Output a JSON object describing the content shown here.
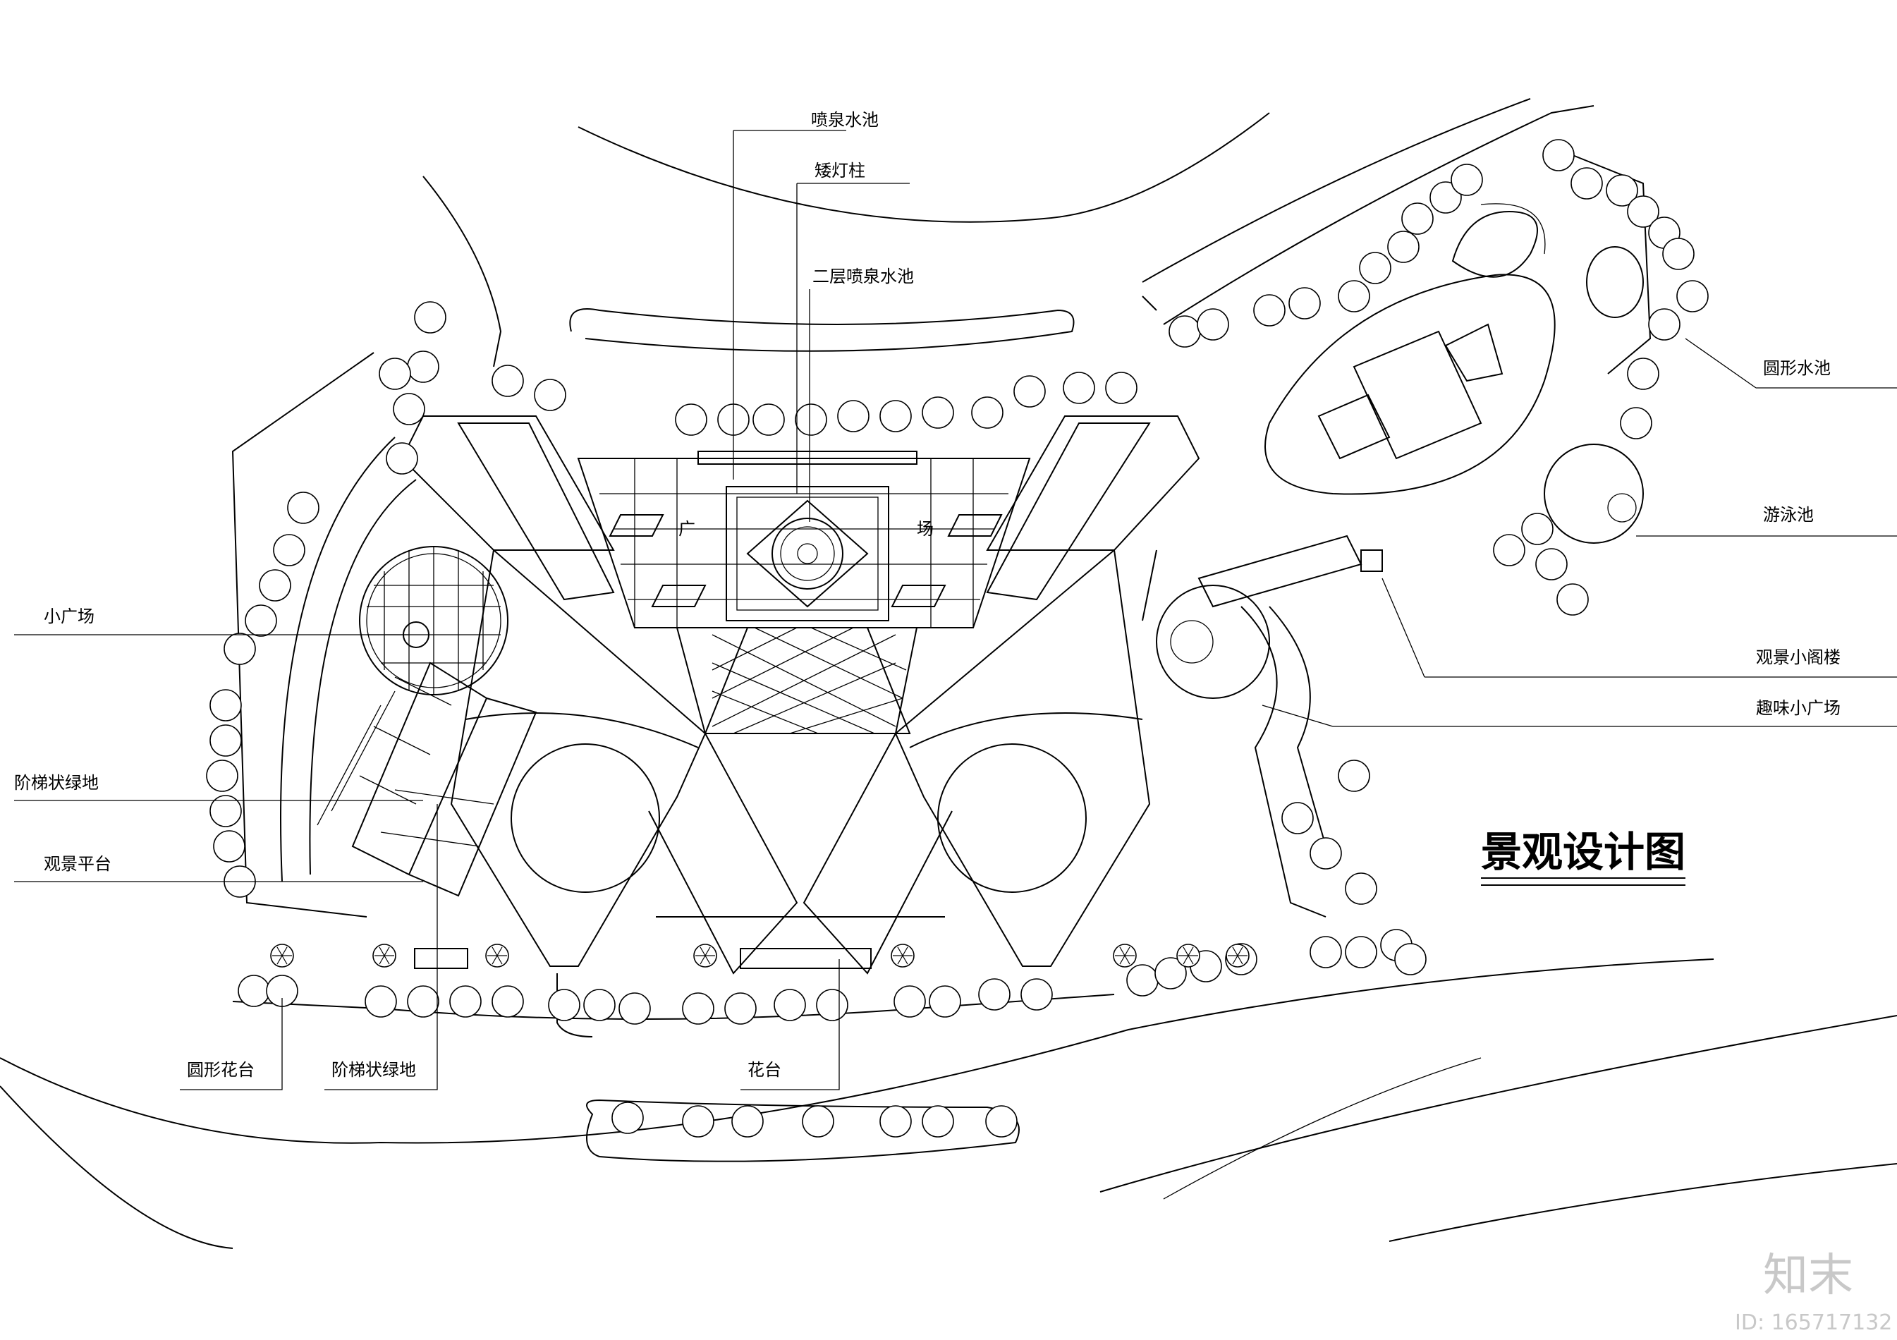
{
  "title": "景观设计图",
  "labels": {
    "fountain_pool": "喷泉水池",
    "low_light_post": "矮灯柱",
    "second_floor_fountain": "二层喷泉水池",
    "round_pool": "圆形水池",
    "swimming_pool": "游泳池",
    "viewing_pavilion": "观景小阁楼",
    "fun_plaza": "趣味小广场",
    "small_plaza": "小广场",
    "terraced_green_left": "阶梯状绿地",
    "viewing_platform": "观景平台",
    "round_planter": "圆形花台",
    "terraced_green_bottom": "阶梯状绿地",
    "planter": "花台",
    "plaza_char_1": "广",
    "plaza_char_2": "场"
  },
  "watermark": {
    "brand": "知末",
    "id": "ID: 165717132"
  }
}
